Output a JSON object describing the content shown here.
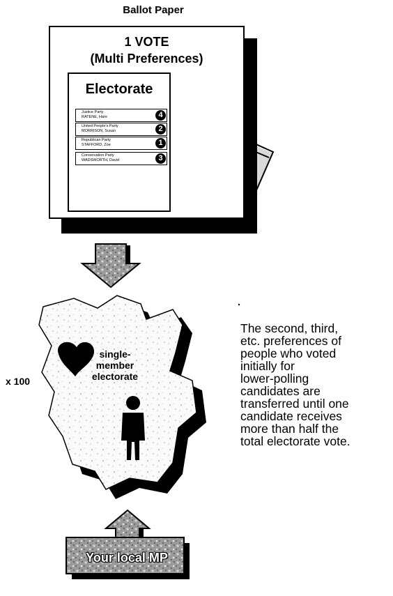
{
  "ballot": {
    "caption": "Ballot Paper",
    "title": "1 VOTE",
    "subtitle": "(Multi Preferences)",
    "electorate_title": "Electorate",
    "candidates": [
      {
        "party": "Justice Party",
        "name": "RATENE, Hare",
        "preference": "4"
      },
      {
        "party": "United People's Party",
        "name": "MORRISON, Susan",
        "preference": "2"
      },
      {
        "party": "Republican Party",
        "name": "STAFFORD, Zoe",
        "preference": "1"
      },
      {
        "party": "Conservation Party",
        "name": "WADSWORTH, David",
        "preference": "3"
      }
    ]
  },
  "map": {
    "label_line1": "single-",
    "label_line2": "member",
    "label_line3": "electorate",
    "multiplier": "x 100"
  },
  "explanation": {
    "lines": [
      "The second, third,",
      "etc. preferences of",
      "people who voted",
      "initially for",
      "lower-polling",
      "candidates are",
      "transferred until one",
      "candidate receives",
      "more than half the",
      "total electorate vote."
    ]
  },
  "mp": {
    "label": "Your local MP"
  },
  "icons": {
    "hand": "hand-with-pen-icon",
    "arrow_down": "down-arrow-icon",
    "arrow_up": "up-arrow-icon",
    "person": "person-icon"
  }
}
